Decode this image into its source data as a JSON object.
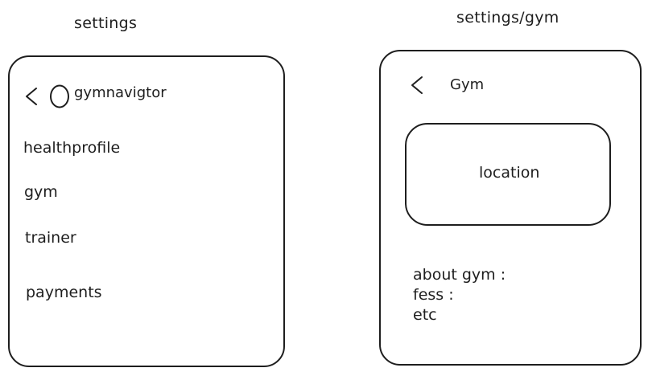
{
  "screens": [
    {
      "caption": "settings",
      "header": {
        "back_icon": "chevron-left-icon",
        "avatar_icon": "circle-avatar-icon",
        "title": "gymnavigtor"
      },
      "menu": [
        "healthprofile",
        "gym",
        "trainer",
        "payments"
      ]
    },
    {
      "caption": "settings/gym",
      "header": {
        "back_icon": "chevron-left-icon",
        "title": "Gym"
      },
      "location_card": "location",
      "details": [
        "about gym :",
        "fess :",
        "etc"
      ]
    }
  ],
  "colors": {
    "stroke": "#1e1e1e",
    "background": "#ffffff"
  }
}
